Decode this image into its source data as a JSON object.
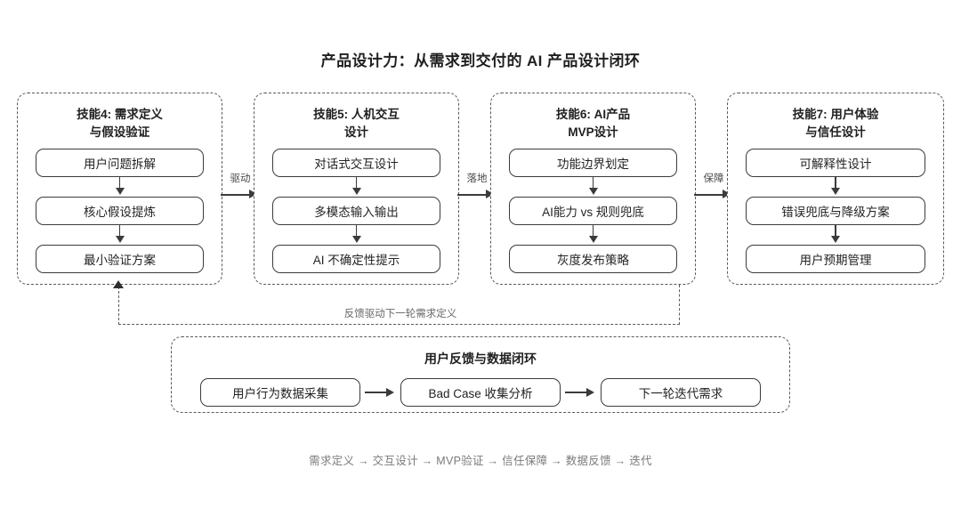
{
  "title": "产品设计力：从需求到交付的 AI 产品设计闭环",
  "colors": {
    "panel_border": "#5a5a5a",
    "box_border": "#3b3b3b",
    "text": "#232323",
    "muted_text": "#7a7a7a",
    "background": "#ffffff"
  },
  "panels": [
    {
      "id": "skill-4",
      "title": "技能4: 需求定义\n与假设验证",
      "items": [
        "用户问题拆解",
        "核心假设提炼",
        "最小验证方案"
      ]
    },
    {
      "id": "skill-5",
      "title": "技能5: 人机交互\n设计",
      "items": [
        "对话式交互设计",
        "多模态输入输出",
        "AI 不确定性提示"
      ]
    },
    {
      "id": "skill-6",
      "title": "技能6: AI产品\nMVP设计",
      "items": [
        "功能边界划定",
        "AI能力 vs 规则兜底",
        "灰度发布策略"
      ]
    },
    {
      "id": "skill-7",
      "title": "技能7: 用户体验\n与信任设计",
      "items": [
        "可解释性设计",
        "错误兜底与降级方案",
        "用户预期管理"
      ]
    }
  ],
  "connectors": [
    {
      "id": "conn-1",
      "label": "驱动"
    },
    {
      "id": "conn-2",
      "label": "落地"
    },
    {
      "id": "conn-3",
      "label": "保障"
    }
  ],
  "feedback": {
    "loop_label": "反馈驱动下一轮需求定义",
    "panel_title": "用户反馈与数据闭环",
    "items": [
      "用户行为数据采集",
      "Bad Case 收集分析",
      "下一轮迭代需求"
    ]
  },
  "footer": "需求定义 → 交互设计 → MVP验证 → 信任保障 → 数据反馈 → 迭代"
}
